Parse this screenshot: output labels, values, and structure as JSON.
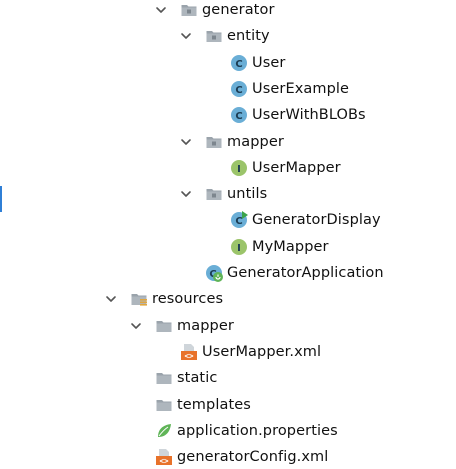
{
  "tree": {
    "nodes": [
      {
        "id": "generator",
        "label": "generator",
        "type": "package",
        "expanded": true,
        "level": 0
      },
      {
        "id": "entity",
        "label": "entity",
        "type": "package",
        "expanded": true,
        "level": 1
      },
      {
        "id": "user",
        "label": "User",
        "type": "class",
        "level": 2
      },
      {
        "id": "user-example",
        "label": "UserExample",
        "type": "class",
        "level": 2
      },
      {
        "id": "user-with-blobs",
        "label": "UserWithBLOBs",
        "type": "class",
        "level": 2
      },
      {
        "id": "mapper-pkg",
        "label": "mapper",
        "type": "package",
        "expanded": true,
        "level": 1
      },
      {
        "id": "user-mapper",
        "label": "UserMapper",
        "type": "interface",
        "level": 2
      },
      {
        "id": "untils",
        "label": "untils",
        "type": "package",
        "expanded": true,
        "level": 1
      },
      {
        "id": "generator-display",
        "label": "GeneratorDisplay",
        "type": "runnable-class",
        "level": 2
      },
      {
        "id": "my-mapper",
        "label": "MyMapper",
        "type": "interface",
        "level": 2
      },
      {
        "id": "generator-application",
        "label": "GeneratorApplication",
        "type": "spring-boot-class",
        "level": 1
      },
      {
        "id": "resources",
        "label": "resources",
        "type": "resources-root",
        "expanded": true,
        "level": -2
      },
      {
        "id": "mapper-res",
        "label": "mapper",
        "type": "folder",
        "expanded": true,
        "level": -1
      },
      {
        "id": "user-mapper-xml",
        "label": "UserMapper.xml",
        "type": "xml-file",
        "level": 0
      },
      {
        "id": "static",
        "label": "static",
        "type": "folder",
        "level": -1
      },
      {
        "id": "templates",
        "label": "templates",
        "type": "folder",
        "level": -1
      },
      {
        "id": "application-properties",
        "label": "application.properties",
        "type": "spring-properties",
        "level": -1
      },
      {
        "id": "generator-config-xml",
        "label": "generatorConfig.xml",
        "type": "xml-file",
        "level": -1
      }
    ]
  },
  "colors": {
    "text": "#111111",
    "chevron": "#555555",
    "folder": "#9aa3ab",
    "class_circle": "#6aaed6",
    "interface_circle": "#9bc46a",
    "run_arrow": "#3aa34a",
    "spring_green": "#5fb457",
    "xml_orange": "#e8722a",
    "selection_marker": "#2f7fd6"
  }
}
